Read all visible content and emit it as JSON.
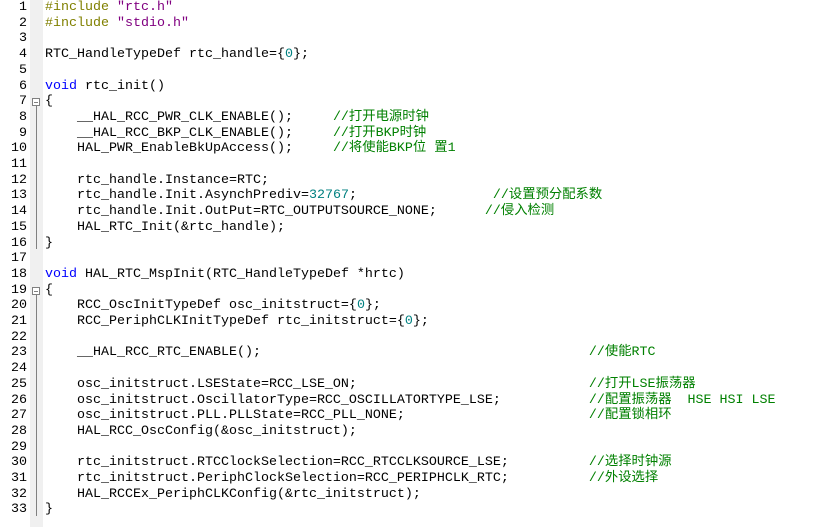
{
  "editor": {
    "fold_lines": [
      7,
      19
    ],
    "fold_ranges": [
      [
        7,
        16
      ],
      [
        19,
        33
      ]
    ],
    "colors": {
      "preprocessor": "#808000",
      "string": "#800080",
      "keyword": "#0000ff",
      "number": "#008080",
      "comment": "#008000",
      "text": "#000000"
    },
    "lines": [
      [
        [
          "pp",
          "#include "
        ],
        [
          "str",
          "\"rtc.h\""
        ]
      ],
      [
        [
          "pp",
          "#include "
        ],
        [
          "str",
          "\"stdio.h\""
        ]
      ],
      [],
      [
        [
          "tx",
          "RTC_HandleTypeDef rtc_handle={"
        ],
        [
          "num2",
          "0"
        ],
        [
          "tx",
          "};"
        ]
      ],
      [],
      [
        [
          "kw",
          "void"
        ],
        [
          "tx",
          " rtc_init()"
        ]
      ],
      [
        [
          "tx",
          "{"
        ]
      ],
      [
        [
          "tx",
          "    __HAL_RCC_PWR_CLK_ENABLE();     "
        ],
        [
          "cm",
          "//打开电源时钟"
        ]
      ],
      [
        [
          "tx",
          "    __HAL_RCC_BKP_CLK_ENABLE();     "
        ],
        [
          "cm",
          "//打开BKP时钟"
        ]
      ],
      [
        [
          "tx",
          "    HAL_PWR_EnableBkUpAccess();     "
        ],
        [
          "cm",
          "//将使能BKP位 置1"
        ]
      ],
      [
        [
          "tx",
          "    "
        ]
      ],
      [
        [
          "tx",
          "    rtc_handle.Instance=RTC;"
        ]
      ],
      [
        [
          "tx",
          "    rtc_handle.Init.AsynchPrediv="
        ],
        [
          "num2",
          "32767"
        ],
        [
          "tx",
          ";                 "
        ],
        [
          "cm",
          "//设置预分配系数"
        ]
      ],
      [
        [
          "tx",
          "    rtc_handle.Init.OutPut=RTC_OUTPUTSOURCE_NONE;      "
        ],
        [
          "cm",
          "//侵入检测"
        ]
      ],
      [
        [
          "tx",
          "    HAL_RTC_Init(&rtc_handle);"
        ]
      ],
      [
        [
          "tx",
          "}"
        ]
      ],
      [],
      [
        [
          "kw",
          "void"
        ],
        [
          "tx",
          " HAL_RTC_MspInit(RTC_HandleTypeDef *hrtc)"
        ]
      ],
      [
        [
          "tx",
          "{"
        ]
      ],
      [
        [
          "tx",
          "    RCC_OscInitTypeDef osc_initstruct={"
        ],
        [
          "num2",
          "0"
        ],
        [
          "tx",
          "};"
        ]
      ],
      [
        [
          "tx",
          "    RCC_PeriphCLKInitTypeDef rtc_initstruct={"
        ],
        [
          "num2",
          "0"
        ],
        [
          "tx",
          "};"
        ]
      ],
      [
        [
          "tx",
          "    "
        ]
      ],
      [
        [
          "tx",
          "    __HAL_RCC_RTC_ENABLE();                                         "
        ],
        [
          "cm",
          "//使能RTC"
        ]
      ],
      [
        [
          "tx",
          "    "
        ]
      ],
      [
        [
          "tx",
          "    osc_initstruct.LSEState=RCC_LSE_ON;                             "
        ],
        [
          "cm",
          "//打开LSE振荡器"
        ]
      ],
      [
        [
          "tx",
          "    osc_initstruct.OscillatorType=RCC_OSCILLATORTYPE_LSE;           "
        ],
        [
          "cm",
          "//配置振荡器  HSE HSI LSE"
        ]
      ],
      [
        [
          "tx",
          "    osc_initstruct.PLL.PLLState=RCC_PLL_NONE;                       "
        ],
        [
          "cm",
          "//配置锁相环"
        ]
      ],
      [
        [
          "tx",
          "    HAL_RCC_OscConfig(&osc_initstruct);"
        ]
      ],
      [
        [
          "tx",
          "    "
        ]
      ],
      [
        [
          "tx",
          "    rtc_initstruct.RTCClockSelection=RCC_RTCCLKSOURCE_LSE;          "
        ],
        [
          "cm",
          "//选择时钟源"
        ]
      ],
      [
        [
          "tx",
          "    rtc_initstruct.PeriphClockSelection=RCC_PERIPHCLK_RTC;          "
        ],
        [
          "cm",
          "//外设选择"
        ]
      ],
      [
        [
          "tx",
          "    HAL_RCCEx_PeriphCLKConfig(&rtc_initstruct);"
        ]
      ],
      [
        [
          "tx",
          "}"
        ]
      ]
    ]
  }
}
